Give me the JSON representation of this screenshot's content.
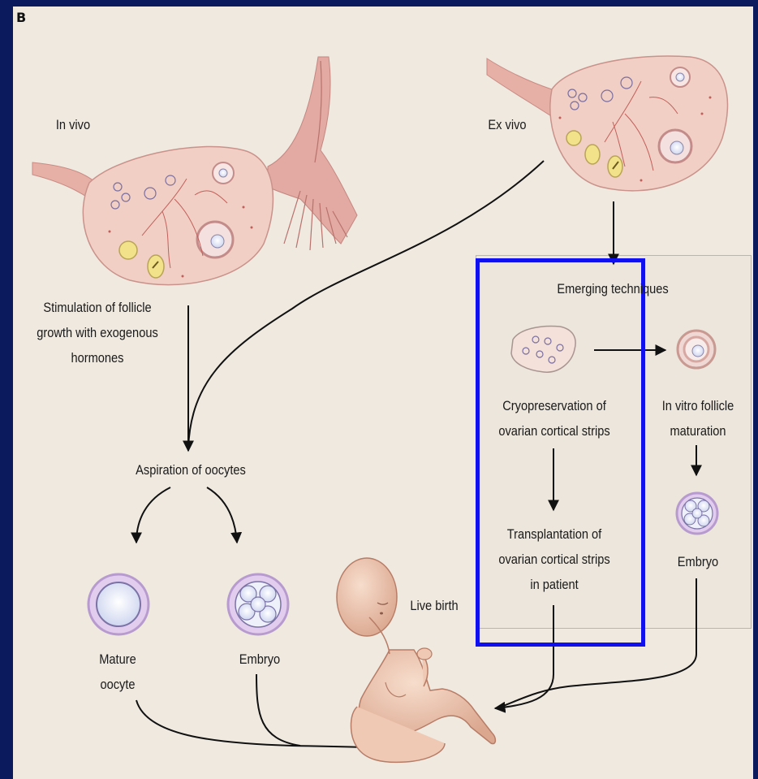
{
  "panel_letter": "B",
  "labels": {
    "in_vivo": "In vivo",
    "ex_vivo": "Ex vivo",
    "stimulation": "Stimulation of follicle growth with exogenous hormones",
    "stimulation_l1": "Stimulation of follicle",
    "stimulation_l2": "growth with exogenous",
    "stimulation_l3": "hormones",
    "aspiration": "Aspiration of oocytes",
    "mature_l1": "Mature",
    "mature_l2": "oocyte",
    "embryo_left": "Embryo",
    "live_birth": "Live birth",
    "emerging": "Emerging techniques",
    "cryo_l1": "Cryopreservation of",
    "cryo_l2": "ovarian cortical strips",
    "ivm_l1": "In vitro follicle",
    "ivm_l2": "maturation",
    "embryo_right": "Embryo",
    "transplant_l1": "Transplantation of",
    "transplant_l2": "ovarian cortical strips",
    "transplant_l3": "in patient"
  },
  "colors": {
    "frame": "#0a1a5c",
    "background": "#efe9e0",
    "highlight_box": "#1010ee",
    "ovary": "#f2cfc4",
    "tissue_pink": "#d98e88",
    "follicle_yellow": "#f2e38a",
    "oocyte_lavender": "#d9c6ea",
    "skin": "#f0cdb8"
  },
  "icons": [
    "ovary-in-vivo-icon",
    "ovary-ex-vivo-icon",
    "cortical-strip-icon",
    "follicle-icon",
    "mature-oocyte-icon",
    "embryo-icon",
    "infant-icon"
  ]
}
